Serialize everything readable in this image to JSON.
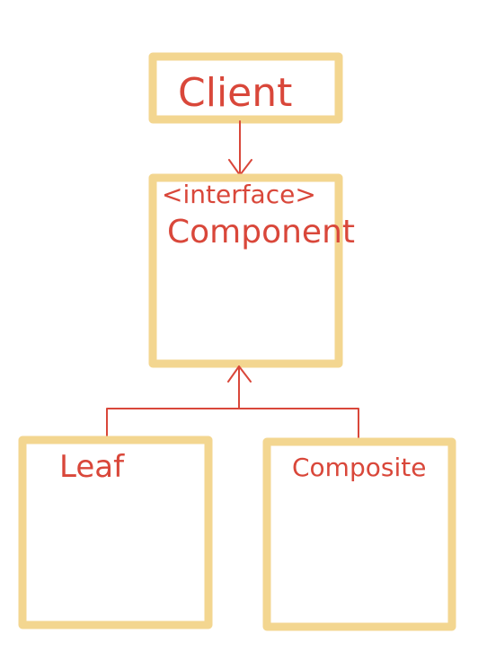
{
  "diagram": {
    "nodes": {
      "client": {
        "label": "Client"
      },
      "component": {
        "stereotype": "<interface>",
        "label": "Component"
      },
      "leaf": {
        "label": "Leaf"
      },
      "composite": {
        "label": "Composite"
      }
    },
    "colors": {
      "box_border": "#f3d690",
      "ink": "#d9473a",
      "background": "#ffffff"
    }
  }
}
